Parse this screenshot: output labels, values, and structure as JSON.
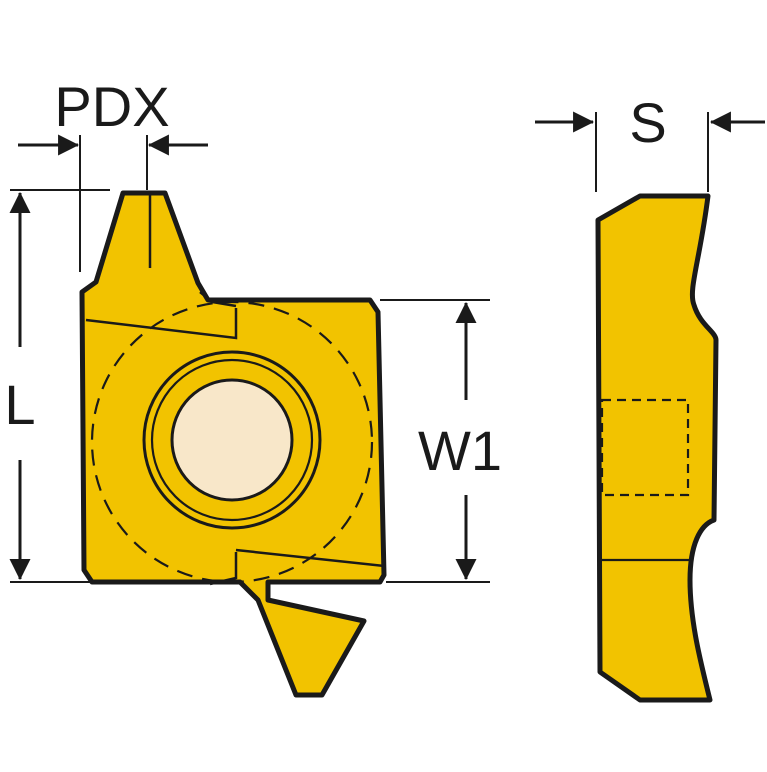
{
  "diagram": {
    "labels": {
      "pdx": "PDX",
      "length": "L",
      "width": "W1",
      "thickness": "S"
    },
    "colors": {
      "insert_fill": "#F2C300",
      "bore_fill": "#F8E7C9",
      "outline": "#1a1a1a"
    }
  }
}
